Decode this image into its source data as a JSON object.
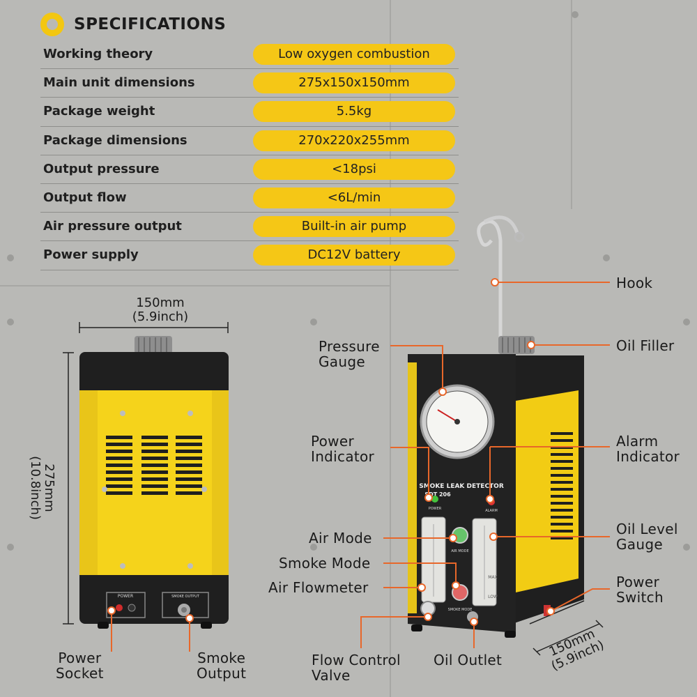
{
  "specs": {
    "title": "SPECIFICATIONS",
    "rows": [
      {
        "label": "Working theory",
        "value": "Low oxygen combustion"
      },
      {
        "label": "Main unit dimensions",
        "value": "275x150x150mm"
      },
      {
        "label": "Package weight",
        "value": "5.5kg"
      },
      {
        "label": "Package dimensions",
        "value": "270x220x255mm"
      },
      {
        "label": "Output pressure",
        "value": "<18psi"
      },
      {
        "label": "Output flow",
        "value": "<6L/min"
      },
      {
        "label": "Air pressure output",
        "value": "Built-in air pump"
      },
      {
        "label": "Power supply",
        "value": "DC12V battery"
      }
    ]
  },
  "dimensions": {
    "width_top": "150mm\n(5.9inch)",
    "height_side": "275mm\n(10.8inch)",
    "depth_bottom": "150mm\n(5.9inch)"
  },
  "device": {
    "front_title": "SMOKE LEAK DETECTOR",
    "model": "SDT 206",
    "power_led": "POWER",
    "alarm_led": "ALARM",
    "air_mode": "AIR MODE",
    "smoke_mode": "SMOKE MODE",
    "oil_max": "MAX",
    "oil_low": "LOW",
    "back_power": "POWER",
    "back_smoke": "SMOKE OUTPUT"
  },
  "callouts": {
    "hook": "Hook",
    "oil_filler": "Oil Filler",
    "pressure_gauge": "Pressure\nGauge",
    "power_indicator": "Power\nIndicator",
    "alarm_indicator": "Alarm\nIndicator",
    "air_mode": "Air Mode",
    "oil_level_gauge": "Oil Level\nGauge",
    "smoke_mode": "Smoke Mode",
    "air_flowmeter": "Air Flowmeter",
    "power_switch": "Power\nSwitch",
    "flow_control_valve": "Flow Control\nValve",
    "oil_outlet": "Oil Outlet",
    "power_socket": "Power\nSocket",
    "smoke_output": "Smoke\nOutput"
  },
  "colors": {
    "accent_yellow": "#f5c716",
    "callout_orange": "#e8672a",
    "background": "#b9b9b6"
  }
}
